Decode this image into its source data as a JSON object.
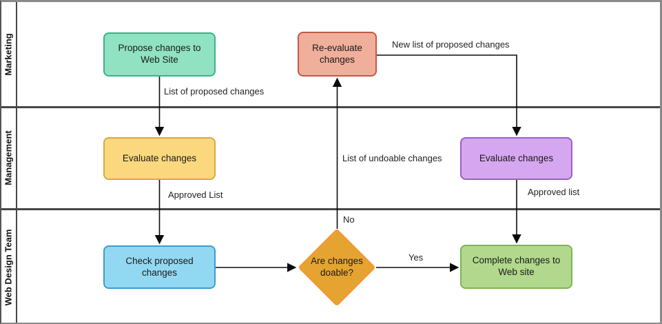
{
  "lanes": [
    {
      "label": "Marketing"
    },
    {
      "label": "Management"
    },
    {
      "label": "Web Design Team"
    }
  ],
  "nodes": {
    "propose": {
      "label": "Propose changes to Web Site",
      "fill": "#90E2C3",
      "stroke": "#39B28B"
    },
    "reevaluate": {
      "label": "Re-evaluate changes",
      "fill": "#F0AF9B",
      "stroke": "#C45845"
    },
    "evaluate1": {
      "label": "Evaluate changes",
      "fill": "#FBD87E",
      "stroke": "#D9A741"
    },
    "evaluate2": {
      "label": "Evaluate changes",
      "fill": "#D6A7F1",
      "stroke": "#9B5EC6"
    },
    "check": {
      "label": "Check proposed changes",
      "fill": "#93D8F2",
      "stroke": "#3C9CCC"
    },
    "doable": {
      "label": "Are changes doable?",
      "fill": "#E5A431",
      "stroke": "#F59730"
    },
    "complete": {
      "label": "Complete changes to Web site",
      "fill": "#B1D88C",
      "stroke": "#7DB456"
    }
  },
  "edge_labels": {
    "list_proposed": "List of proposed changes",
    "approved_list_1": "Approved List",
    "undoable": "List of undoable changes",
    "new_list": "New list of proposed changes",
    "approved_list_2": "Approved list",
    "yes": "Yes",
    "no": "No"
  },
  "colors": {
    "lane_divider": "#464646",
    "outer_border": "#8a8a8a",
    "flow_line": "#0b0b0b"
  }
}
